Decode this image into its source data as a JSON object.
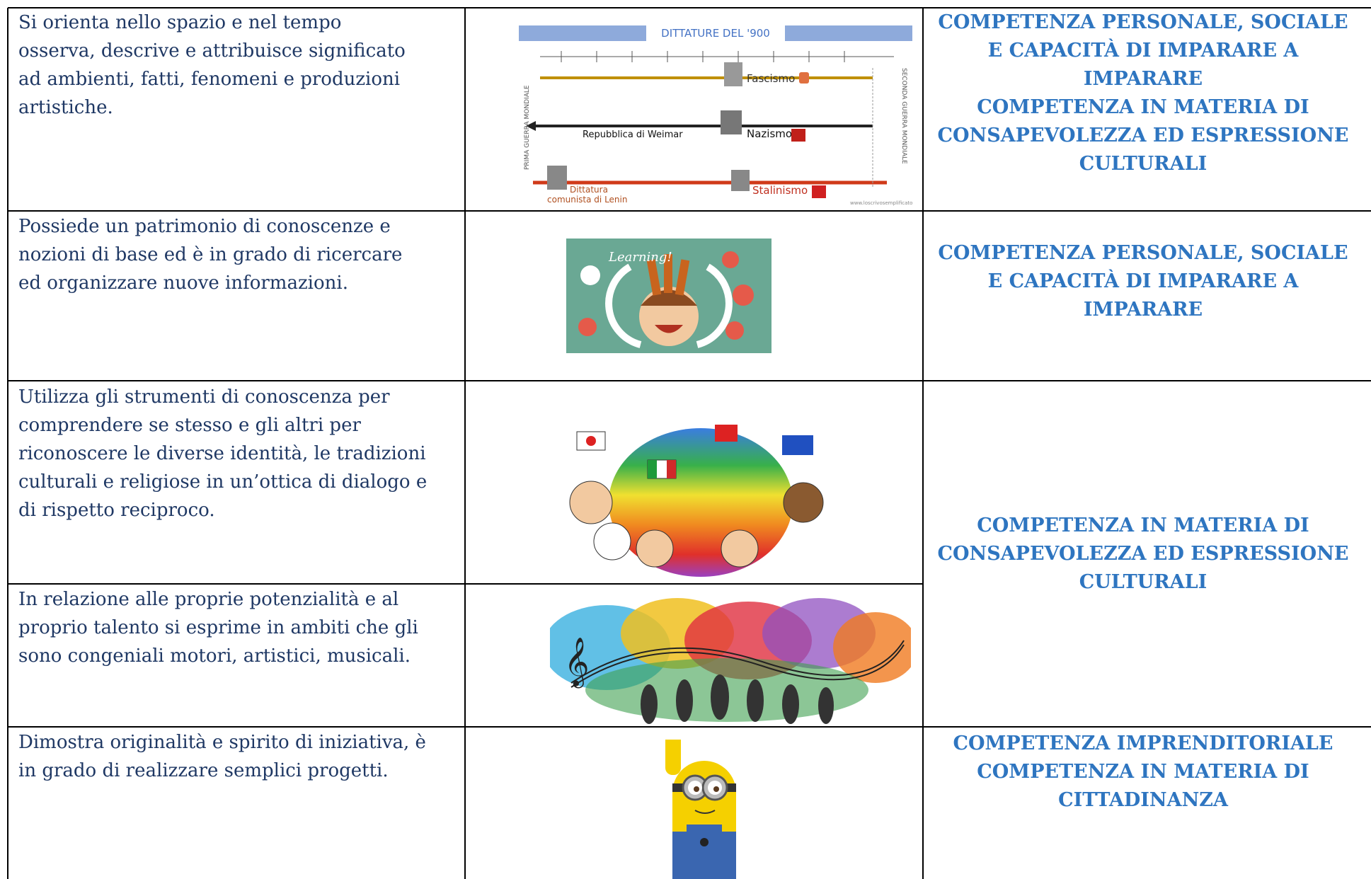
{
  "rows": [
    {
      "text": [
        "Si orienta nello spazio e nel tempo",
        "osserva, descrive e attribuisce significato",
        "ad ambienti, fatti, fenomeni e produzioni",
        "artistiche."
      ],
      "competences": [
        "COMPETENZA PERSONALE, SOCIALE",
        "E CAPACITÀ DI IMPARARE A",
        "IMPARARE",
        "COMPETENZA IN MATERIA DI",
        "CONSAPEVOLEZZA ED ESPRESSIONE",
        "CULTURALI"
      ]
    },
    {
      "text": [
        "Possiede un patrimonio di conoscenze e",
        "nozioni di base ed è in grado di ricercare",
        "ed organizzare nuove informazioni."
      ],
      "competences": [
        "COMPETENZA PERSONALE, SOCIALE",
        "E CAPACITÀ DI IMPARARE A",
        "IMPARARE"
      ]
    },
    {
      "text": [
        "Utilizza gli strumenti di conoscenza per",
        "comprendere se stesso e gli altri per",
        "riconoscere le diverse identità, le tradizioni",
        "culturali e religiose in un’ottica di dialogo e",
        "di rispetto reciproco."
      ],
      "competences": [
        "COMPETENZA IN MATERIA DI",
        "CONSAPEVOLEZZA ED ESPRESSIONE",
        "CULTURALI"
      ]
    },
    {
      "text": [
        "In relazione alle proprie potenzialità e al",
        "proprio talento si esprime in ambiti che gli",
        "sono congeniali motori, artistici, musicali."
      ],
      "competences": []
    },
    {
      "text": [
        "Dimostra originalità e spirito di iniziativa, è",
        "in grado di realizzare semplici progetti."
      ],
      "competences": [
        "COMPETENZA IMPRENDITORIALE",
        "COMPETENZA IN MATERIA DI",
        "CITTADINANZA"
      ]
    }
  ],
  "timeline": {
    "title": "DITTATURE DEL '900",
    "left_side": "PRIMA GUERRA MONDIALE",
    "right_side": "SECONDA GUERRA MONDIALE",
    "fascismo": "Fascismo",
    "weimar": "Repubblica di Weimar",
    "nazismo": "Nazismo",
    "lenin_1": "Dittatura",
    "lenin_2": "comunista di Lenin",
    "stalinismo": "Stalinismo",
    "website": "www.loscrivosemplificato.com"
  },
  "learning_label": "Learning!",
  "colors": {
    "text": "#1f3864",
    "competence": "#2e75c0",
    "grid": "#000000",
    "timeline_bar": "#8eaadb",
    "fascismo_line": "#c09000",
    "nazismo_line": "#222222",
    "stalin_line": "#d03a1a"
  }
}
